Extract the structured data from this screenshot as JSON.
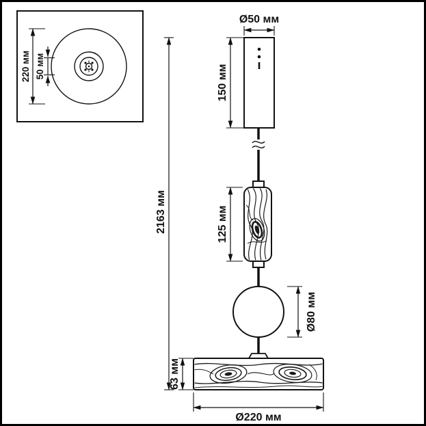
{
  "colors": {
    "line": "#111111",
    "background": "#ffffff"
  },
  "top_view": {
    "disc_diameter_label": "220 мм",
    "canopy_diameter_label": "50 мм"
  },
  "side_view": {
    "overall_height_label": "2163 мм",
    "canopy_diameter_label": "Ø50 мм",
    "canopy_height_label": "150 мм",
    "glass_height_label": "125 мм",
    "sphere_diameter_label": "Ø80 мм",
    "disc_height_label": "63 мм",
    "disc_diameter_label": "Ø220 мм"
  }
}
